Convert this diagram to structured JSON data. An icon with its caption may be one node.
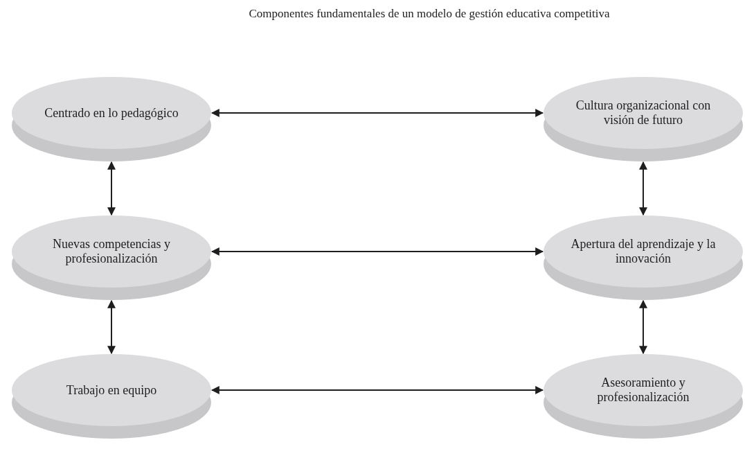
{
  "diagram": {
    "title": "Componentes fundamentales de un modelo de gestión educativa competitiva",
    "nodes": [
      {
        "text": [
          "Centrado en lo pedagógico"
        ]
      },
      {
        "text": [
          "Cultura organizacional con visión de futuro"
        ]
      },
      {
        "text": [
          "Nuevas competencias y profesionalización"
        ]
      },
      {
        "text": [
          "Apertura del aprendizaje y la innovación"
        ]
      },
      {
        "text": [
          "Trabajo en equipo"
        ]
      },
      {
        "text": [
          "Asesoramiento y profesionalización"
        ]
      }
    ],
    "edges": [
      {
        "from": 0,
        "to": 1,
        "arrow": "both"
      },
      {
        "from": 0,
        "to": 2,
        "arrow": "both"
      },
      {
        "from": 1,
        "to": 3,
        "arrow": "both"
      },
      {
        "from": 2,
        "to": 3,
        "arrow": "both"
      },
      {
        "from": 2,
        "to": 4,
        "arrow": "both"
      },
      {
        "from": 3,
        "to": 5,
        "arrow": "both"
      },
      {
        "from": 4,
        "to": 5,
        "arrow": "both"
      }
    ]
  }
}
